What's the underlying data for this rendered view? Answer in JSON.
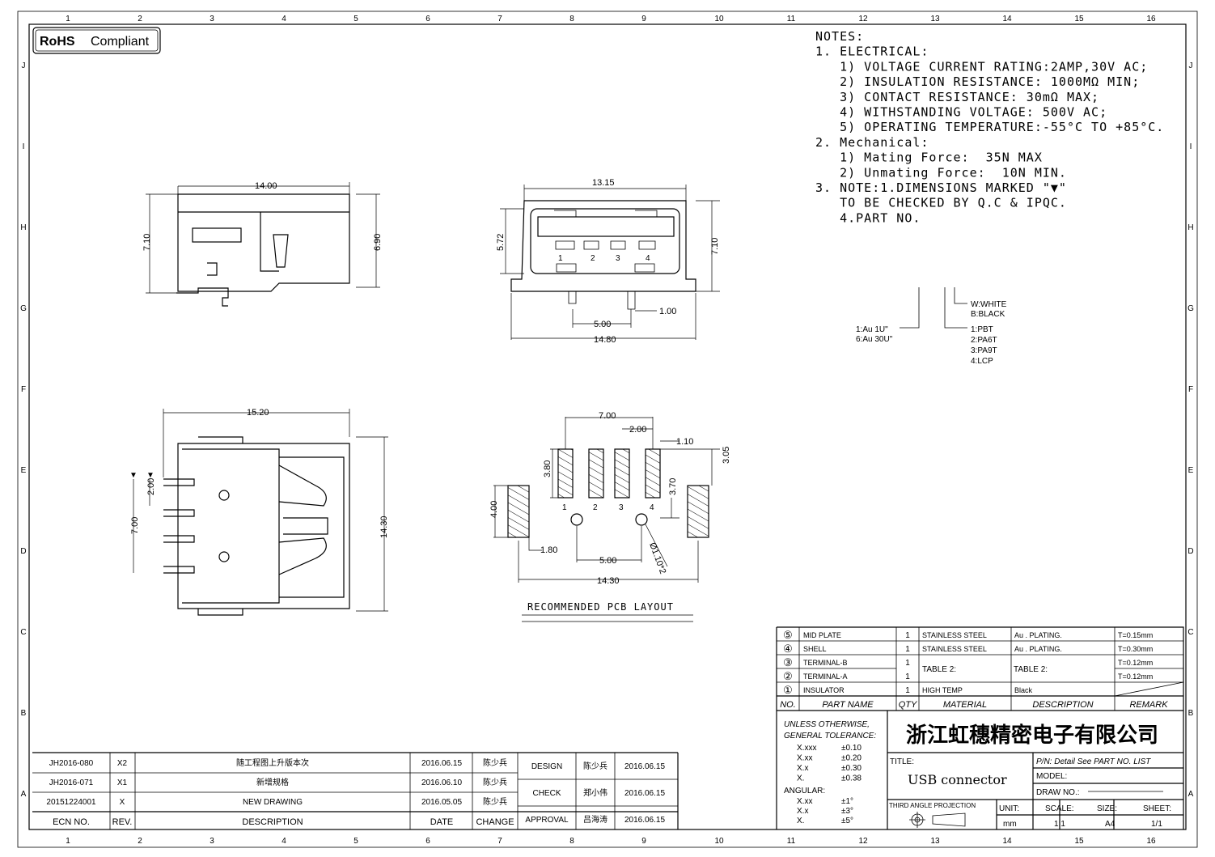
{
  "badge": {
    "text": "RoHS Compliant",
    "bold": "RoHS",
    "rest": "Compliant"
  },
  "grid": {
    "cols": [
      "1",
      "2",
      "3",
      "4",
      "5",
      "6",
      "7",
      "8",
      "9",
      "10",
      "11",
      "12",
      "13",
      "14",
      "15",
      "16"
    ],
    "rows": [
      "J",
      "I",
      "H",
      "G",
      "F",
      "E",
      "D",
      "C",
      "B",
      "A"
    ]
  },
  "notes": [
    "NOTES:",
    "1. ELECTRICAL:",
    "   1) VOLTAGE CURRENT RATING:2AMP,30V AC;",
    "   2) INSULATION RESISTANCE: 1000MΩ MIN;",
    "   3) CONTACT RESISTANCE: 30mΩ MAX;",
    "   4) WITHSTANDING VOLTAGE: 500V AC;",
    "   5) OPERATING TEMPERATURE:-55°C TO +85°C.",
    "2. Mechanical:",
    "   1) Mating Force:  35N MAX",
    "   2) Unmating Force:  10N MIN.",
    "3. NOTE:1.DIMENSIONS MARKED \"▼\"",
    "   TO BE CHECKED BY Q.C & IPQC.",
    "   4.PART NO."
  ],
  "part_no": {
    "plating": [
      "1:Au 1U\"",
      "6:Au 30U\""
    ],
    "material": [
      "1:PBT",
      "2:PA6T",
      "3:PA9T",
      "4:LCP"
    ],
    "color": [
      "W:WHITE",
      "B:BLACK"
    ]
  },
  "dims": {
    "side_w": "14.00",
    "side_h": "7.10",
    "side_h2": "6.90",
    "front_w": "13.15",
    "front_h": "5.72",
    "front_h2": "7.10",
    "pin_pitch": "5.00",
    "pin_w": "1.00",
    "front_total": "14.80",
    "top_w": "15.20",
    "top_h": "14.30",
    "top_p1": "2.00",
    "top_p2": "7.00",
    "pcb_w": "7.00",
    "pcb_pitch": "2.00",
    "pcb_pad": "1.10",
    "pcb_len": "3.80",
    "pcb_right": "3.05",
    "pcb_gap": "3.70",
    "pcb_side": "4.00",
    "pcb_sidew": "1.80",
    "pcb_hole": "5.00",
    "pcb_dia": "Ø1.10*2",
    "pcb_total": "14.30",
    "pins": [
      "1",
      "2",
      "3",
      "4"
    ]
  },
  "pcb_title": "RECOMMENDED PCB LAYOUT",
  "bom": {
    "rows": [
      {
        "no": "⑤",
        "name": "MID PLATE",
        "qty": "1",
        "material": "STAINLESS STEEL",
        "desc": "Au . PLATING.",
        "remark": "T=0.15mm"
      },
      {
        "no": "④",
        "name": "SHELL",
        "qty": "1",
        "material": "STAINLESS STEEL",
        "desc": "Au . PLATING.",
        "remark": "T=0.30mm"
      },
      {
        "no": "③",
        "name": "TERMINAL-B",
        "qty": "1",
        "material": "",
        "desc": "",
        "remark": "T=0.12mm"
      },
      {
        "no": "②",
        "name": "TERMINAL-A",
        "qty": "1",
        "material": "",
        "desc": "",
        "remark": "T=0.12mm"
      },
      {
        "no": "①",
        "name": "INSULATOR",
        "qty": "1",
        "material": "HIGH TEMP",
        "desc": "Black",
        "remark": ""
      }
    ],
    "table2_mat": "TABLE 2:",
    "table2_desc": "TABLE 2:",
    "headers": [
      "NO.",
      "PART NAME",
      "QTY",
      "MATERIAL",
      "DESCRIPTION",
      "REMARK"
    ]
  },
  "tolerance": {
    "title1": "UNLESS OTHERWISE,",
    "title2": "GENERAL TOLERANCE:",
    "linear": [
      [
        "X.xxx",
        "±0.10"
      ],
      [
        "X.xx",
        "±0.20"
      ],
      [
        "X.x",
        "±0.30"
      ],
      [
        "X.",
        "±0.38"
      ]
    ],
    "angular_label": "ANGULAR:",
    "angular": [
      [
        "X.xx",
        "±1°"
      ],
      [
        "X.x",
        "±3°"
      ],
      [
        "X.",
        "±5°"
      ]
    ]
  },
  "company": "浙江虹穗精密电子有限公司",
  "title_block": {
    "title_label": "TITLE:",
    "title": "USB connector",
    "pn": "P/N: Detail  See  PART  NO.  LIST",
    "model": "MODEL:",
    "draw_no": "DRAW  NO.:",
    "projection": "THIRD  ANGLE  PROJECTION",
    "unit_label": "UNIT:",
    "unit": "mm",
    "scale_label": "SCALE:",
    "scale": "1:1",
    "size_label": "SIZE:",
    "size": "A4",
    "sheet_label": "SHEET:",
    "sheet": "1/1"
  },
  "revisions": {
    "rows": [
      [
        "JH2016-080",
        "X2",
        "随工程图上升版本次",
        "2016.06.15",
        "陈少兵"
      ],
      [
        "JH2016-071",
        "X1",
        "新增规格",
        "2016.06.10",
        "陈少兵"
      ],
      [
        "20151224001",
        "X",
        "NEW DRAWING",
        "2016.05.05",
        "陈少兵"
      ]
    ],
    "headers": [
      "ECN NO.",
      "REV.",
      "DESCRIPTION",
      "DATE",
      "CHANGE"
    ]
  },
  "approvals": [
    [
      "DESIGN",
      "陈少兵",
      "2016.06.15"
    ],
    [
      "CHECK",
      "郑小伟",
      "2016.06.15"
    ],
    [
      "APPROVAL",
      "吕海涛",
      "2016.06.15"
    ]
  ]
}
